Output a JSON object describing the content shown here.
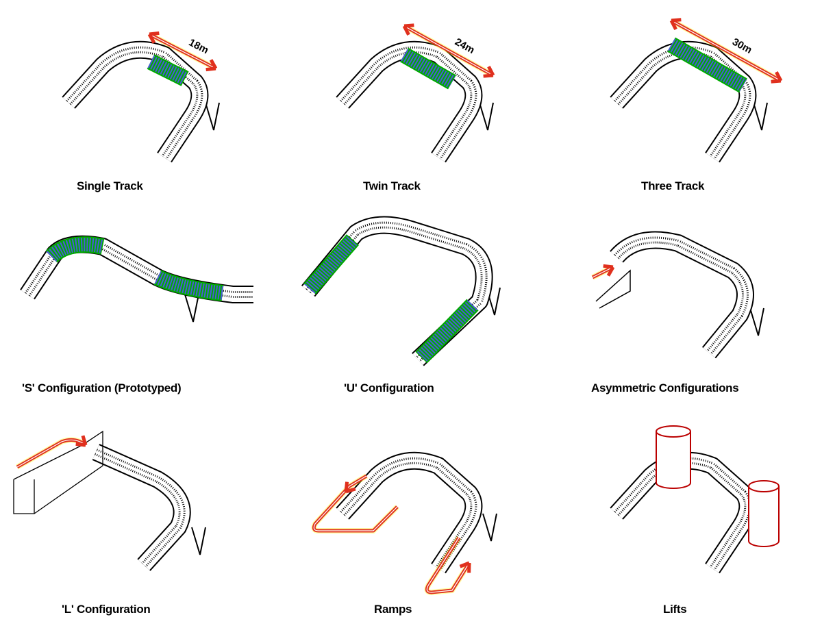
{
  "title": "Track configurations",
  "panels": [
    {
      "label": "Single Track",
      "dimension": "18m"
    },
    {
      "label": "Twin Track",
      "dimension": "24m"
    },
    {
      "label": "Three Track",
      "dimension": "30m"
    },
    {
      "label": "'S' Configuration (Prototyped)"
    },
    {
      "label": "'U' Configuration"
    },
    {
      "label": "Asymmetric Configurations"
    },
    {
      "label": "'L' Configuration"
    },
    {
      "label": "Ramps"
    },
    {
      "label": "Lifts"
    }
  ],
  "colors": {
    "arrow": "#e0301e",
    "highlight": "#4a5ad8",
    "track": "#000000"
  }
}
